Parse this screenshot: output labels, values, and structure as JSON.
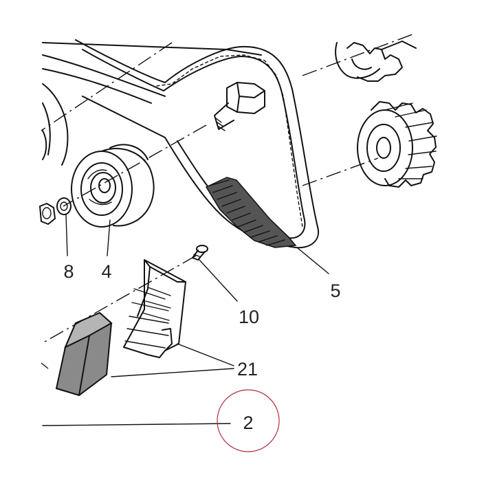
{
  "callouts": {
    "c8": "8",
    "c4": "4",
    "c5": "5",
    "c10": "10",
    "c21": "21",
    "c2": "2"
  },
  "colors": {
    "ink": "#111111",
    "belt_teeth": "#555555",
    "block_face": "#8a8a8a",
    "block_top": "#b5b5b5",
    "highlight_circle": "#b3283c"
  }
}
